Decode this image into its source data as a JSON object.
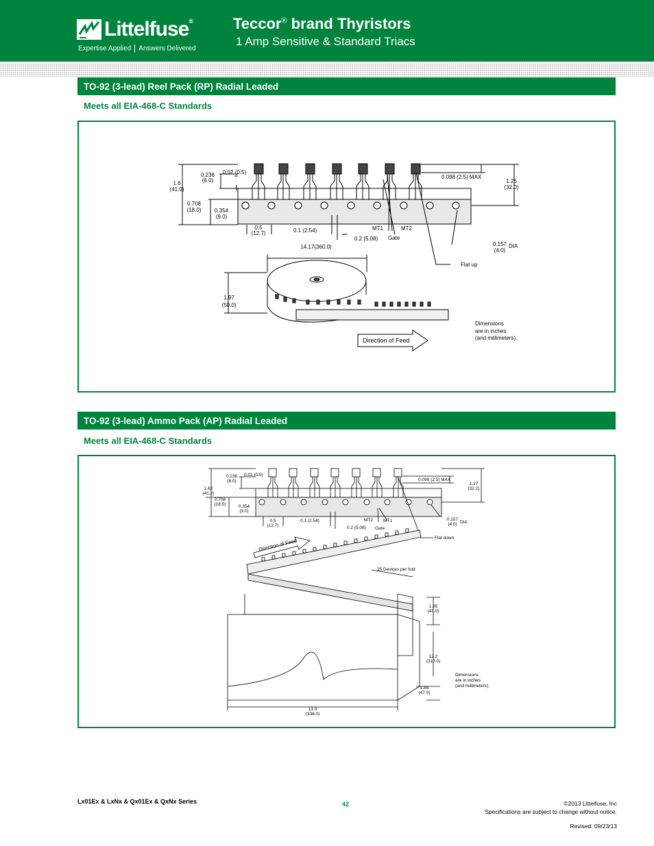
{
  "header": {
    "logo_text": "Littelfuse",
    "tagline_left": "Expertise Applied",
    "tagline_right": "Answers Delivered",
    "title_brand": "Teccor",
    "title_reg": "®",
    "title_rest": " brand Thyristors",
    "subtitle": "1 Amp Sensitive & Standard Triacs"
  },
  "section1": {
    "title": "TO-92 (3-lead) Reel Pack (RP) Radial Leaded",
    "subtitle": "Meets all EIA-468-C Standards",
    "labels": {
      "d1_in": "1.6",
      "d1_mm": "(41.0)",
      "d2_in": "0.236",
      "d2_mm": "(6.0)",
      "d3": "0.02 (0.5)",
      "d4_in": "0.708",
      "d4_mm": "(18.0)",
      "d5_in": "0.354",
      "d5_mm": "(9.0)",
      "d6_in": "0.5",
      "d6_mm": "(12.7)",
      "d7": "0.1 (2.54)",
      "d8": "0.2 (5.08)",
      "gate": "Gate",
      "mt1": "MT1",
      "mt2": "MT2",
      "d9": "0.098 (2.5) MAX",
      "d10_in": "1.26",
      "d10_mm": "(32.0)",
      "d11_in": "0.157",
      "d11_mm": "(4.0)",
      "dia": "DIA",
      "reel": "14.17(360.0)",
      "flat": "Flat up",
      "d12_in": "1.97",
      "d12_mm": "(50.0)",
      "note1": "Dimensions",
      "note2": "are in inches",
      "note3": "(and millimeters).",
      "feed": "Direction of Feed"
    }
  },
  "section2": {
    "title": "TO-92 (3-lead) Ammo Pack (AP) Radial Leaded",
    "subtitle": "Meets all EIA-468-C Standards",
    "labels": {
      "d1_in": "1.62",
      "d1_mm": "(41.2)",
      "d2_in": "0.236",
      "d2_mm": "(6.0)",
      "d3": "0.02 (0.5)",
      "d4_in": "0.708",
      "d4_mm": "(18.0)",
      "d5_in": "0.354",
      "d5_mm": "(9.0)",
      "d6_in": "0.5",
      "d6_mm": "(12.7)",
      "d7": "0.1 (2.54)",
      "d8": "0.2 (5.08)",
      "gate": "Gate",
      "mt1": "MT1",
      "mt2": "MT2",
      "d9": "0.098 (2.5) MAX",
      "d10_in": "1.27",
      "d10_mm": "(32.2)",
      "d11_in": "0.157",
      "d11_mm": "(4.0)",
      "dia": "DIA",
      "flat": "Flat down",
      "feed": "Direction of Feed",
      "fold": "25 Devices per fold",
      "h1_in": "1.85",
      "h1_mm": "(47.0)",
      "h2_in": "12.2",
      "h2_mm": "(310.0)",
      "h3_in": "1.85",
      "h3_mm": "(47.0)",
      "w_in": "13.3",
      "w_mm": "(338.0)",
      "note1": "Dimensions",
      "note2": "are in inches",
      "note3": "(and millimeters)."
    }
  },
  "footer": {
    "series": "Lx01Ex & LxNx & Qx01Ex & QxNx Series",
    "page": "42",
    "copyright": "©2013 Littelfuse, Inc",
    "notice": "Specifications are subject to change without notice.",
    "revised": "Revised: 09/23/13"
  }
}
